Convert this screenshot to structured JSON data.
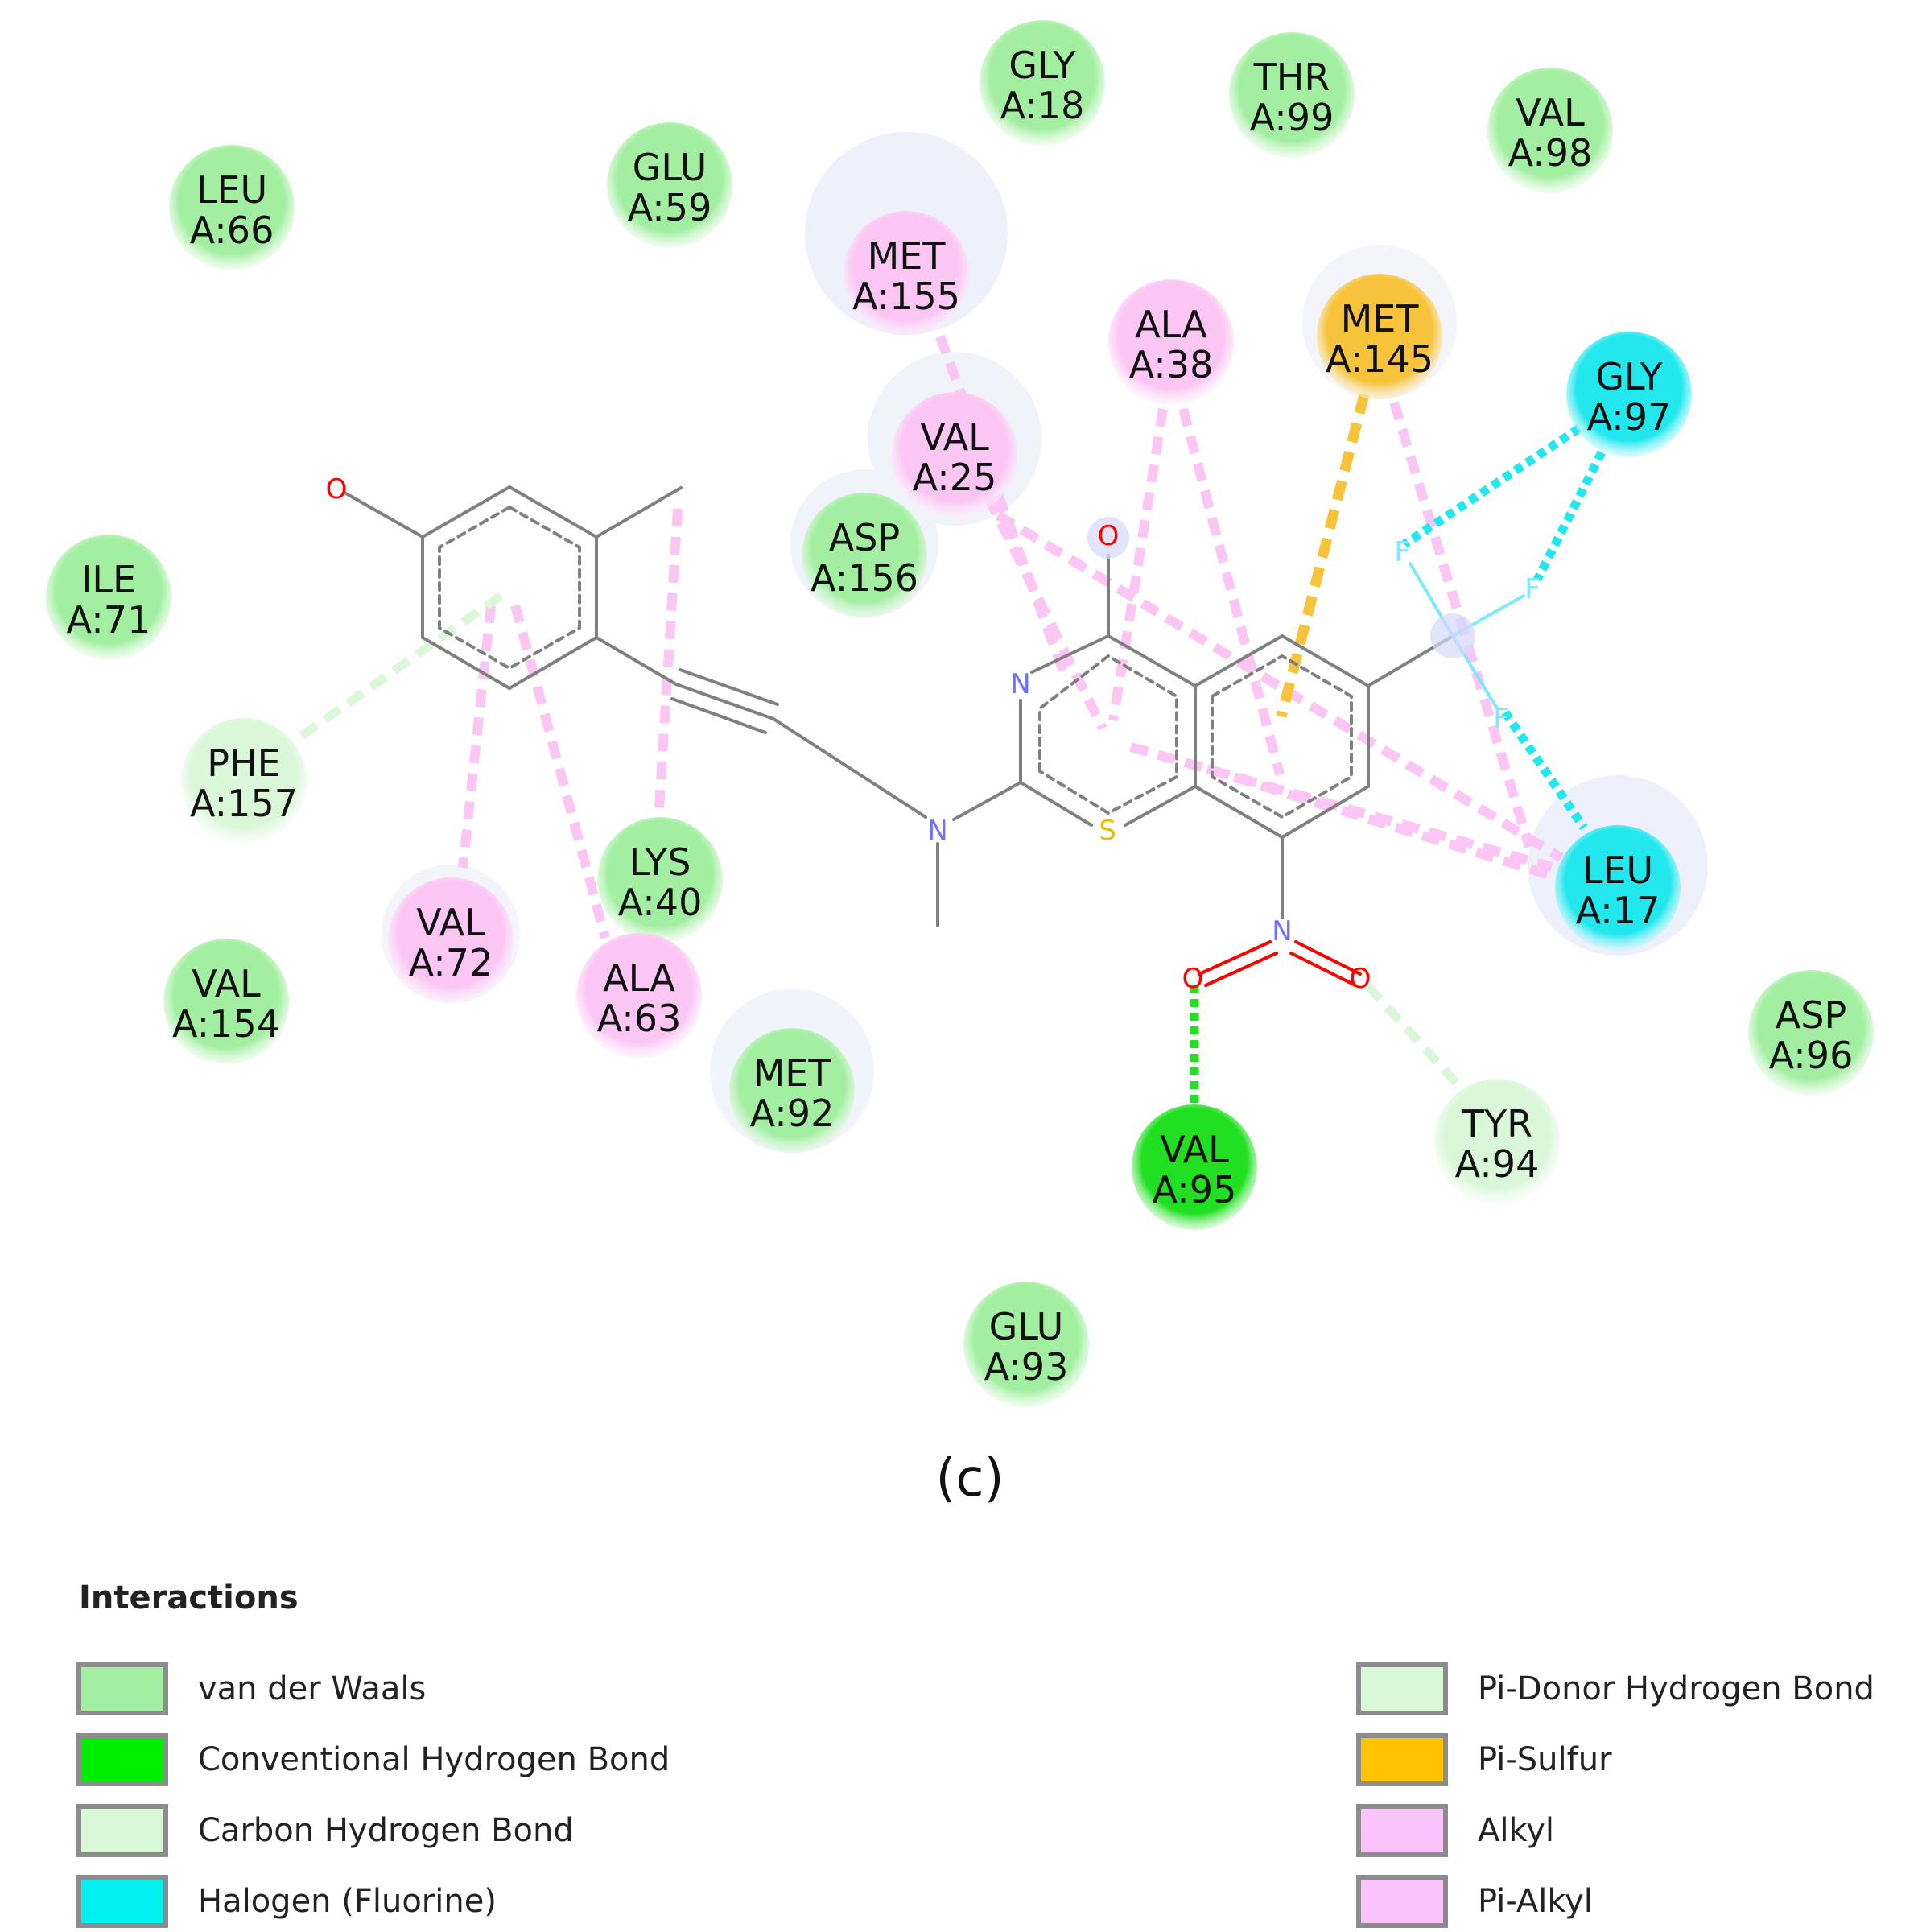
{
  "caption": "(c)",
  "legend": {
    "title": "Interactions",
    "items": [
      {
        "label": "van der Waals",
        "color": "#a3efa1"
      },
      {
        "label": "Conventional Hydrogen Bond",
        "color": "#00ee00"
      },
      {
        "label": "Carbon Hydrogen Bond",
        "color": "#d8f8d8"
      },
      {
        "label": "Halogen (Fluorine)",
        "color": "#00f0f0"
      },
      {
        "label": "Pi-Donor Hydrogen Bond",
        "color": "#d8f8d8"
      },
      {
        "label": "Pi-Sulfur",
        "color": "#ffc400"
      },
      {
        "label": "Alkyl",
        "color": "#fbc3fb"
      },
      {
        "label": "Pi-Alkyl",
        "color": "#fbc3fb"
      }
    ]
  },
  "interaction_colors": {
    "vdw": "#a3efa1",
    "hbond": "#21e021",
    "carbon_h": "#daf7da",
    "halogen": "#22e8ee",
    "pi_sulfur": "#f6c33b",
    "alkyl": "#fbc5f4"
  },
  "residues": [
    {
      "name": "LEU",
      "id": "A:66",
      "type": "vdw"
    },
    {
      "name": "GLU",
      "id": "A:59",
      "type": "vdw"
    },
    {
      "name": "GLY",
      "id": "A:18",
      "type": "vdw"
    },
    {
      "name": "THR",
      "id": "A:99",
      "type": "vdw"
    },
    {
      "name": "VAL",
      "id": "A:98",
      "type": "vdw"
    },
    {
      "name": "MET",
      "id": "A:155",
      "type": "alkyl"
    },
    {
      "name": "ALA",
      "id": "A:38",
      "type": "alkyl"
    },
    {
      "name": "MET",
      "id": "A:145",
      "type": "pi_sulfur"
    },
    {
      "name": "GLY",
      "id": "A:97",
      "type": "halogen"
    },
    {
      "name": "VAL",
      "id": "A:25",
      "type": "alkyl"
    },
    {
      "name": "ASP",
      "id": "A:156",
      "type": "vdw"
    },
    {
      "name": "ILE",
      "id": "A:71",
      "type": "vdw"
    },
    {
      "name": "PHE",
      "id": "A:157",
      "type": "carbon_h"
    },
    {
      "name": "LYS",
      "id": "A:40",
      "type": "vdw"
    },
    {
      "name": "VAL",
      "id": "A:72",
      "type": "alkyl"
    },
    {
      "name": "ALA",
      "id": "A:63",
      "type": "alkyl"
    },
    {
      "name": "VAL",
      "id": "A:154",
      "type": "vdw"
    },
    {
      "name": "MET",
      "id": "A:92",
      "type": "vdw"
    },
    {
      "name": "LEU",
      "id": "A:17",
      "type": "halogen"
    },
    {
      "name": "VAL",
      "id": "A:95",
      "type": "hbond"
    },
    {
      "name": "TYR",
      "id": "A:94",
      "type": "carbon_h"
    },
    {
      "name": "ASP",
      "id": "A:96",
      "type": "vdw"
    },
    {
      "name": "GLU",
      "id": "A:93",
      "type": "vdw"
    }
  ],
  "atoms": {
    "oxygen": "O",
    "nitrogen": "N",
    "sulfur": "S",
    "fluorine": "F"
  },
  "atom_colors": {
    "O": "#ff0000",
    "N": "#7070ff",
    "S": "#e6c000",
    "F": "#7fe8ff",
    "C": "#808080"
  }
}
